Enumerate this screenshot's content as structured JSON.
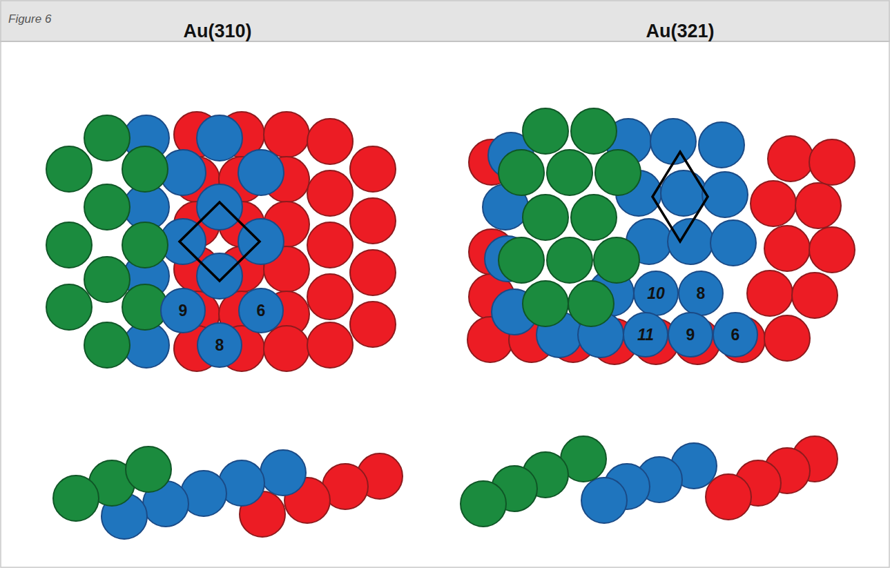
{
  "diagram": {
    "title": "Figure 6",
    "nodes": [
      {
        "text": [
          "9"
        ]
      },
      {
        "text": [
          "6"
        ]
      },
      {
        "text": [
          "8"
        ]
      },
      {
        "text": [
          "10"
        ]
      },
      {
        "text": [
          "8"
        ]
      },
      {
        "text": [
          "11"
        ]
      },
      {
        "text": [
          "9"
        ]
      },
      {
        "text": [
          "6"
        ]
      }
    ],
    "labels": [
      "Au(310)",
      "Au(321)"
    ]
  }
}
